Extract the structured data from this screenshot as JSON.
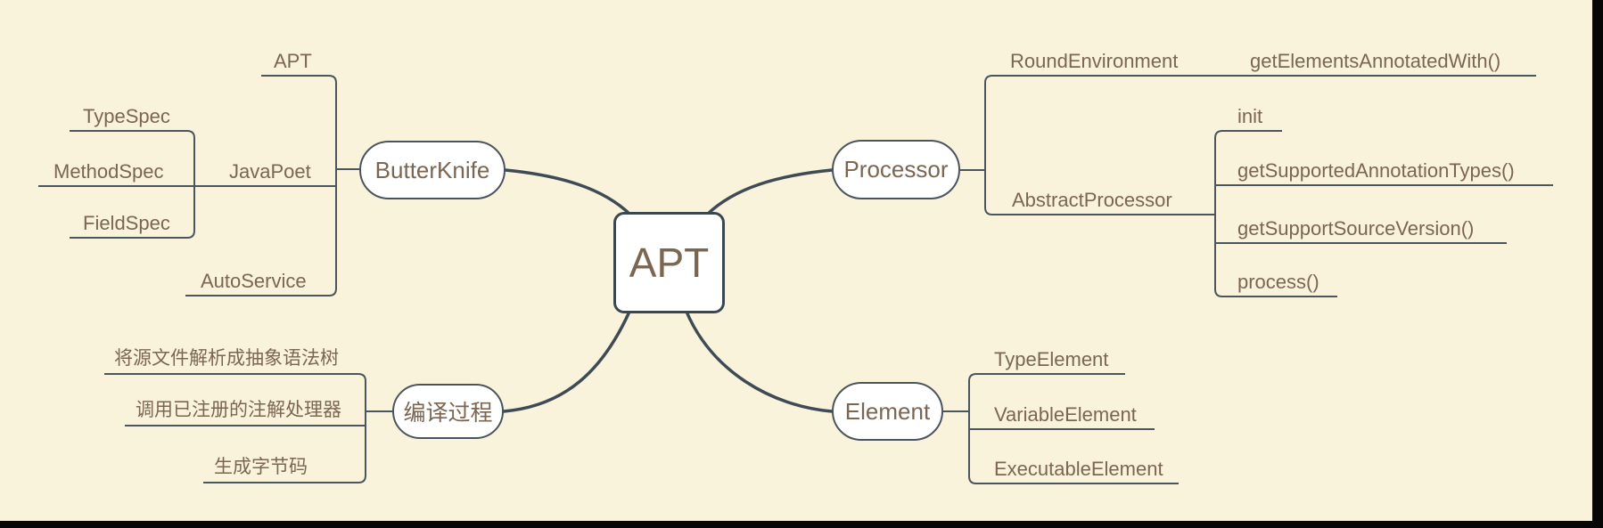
{
  "palette": {
    "bg": "#faf3dc",
    "curve": "#3e4a54",
    "line": "#4a555e",
    "text": "#7b6651",
    "node_fill": "#ffffff",
    "node_border": "#4a545f",
    "center_border": "#3a4750",
    "edge": "#070707"
  },
  "mindmap": {
    "root": {
      "label": "APT"
    },
    "branches": [
      {
        "label": "ButterKnife",
        "children": [
          {
            "label": "APT"
          },
          {
            "label": "JavaPoet",
            "children": [
              {
                "label": "TypeSpec"
              },
              {
                "label": "MethodSpec"
              },
              {
                "label": "FieldSpec"
              }
            ]
          },
          {
            "label": "AutoService"
          }
        ]
      },
      {
        "label": "Processor",
        "children": [
          {
            "label": "RoundEnvironment",
            "children": [
              {
                "label": "getElementsAnnotatedWith()"
              }
            ]
          },
          {
            "label": "AbstractProcessor",
            "children": [
              {
                "label": "init"
              },
              {
                "label": "getSupportedAnnotationTypes()"
              },
              {
                "label": "getSupportSourceVersion()"
              },
              {
                "label": "process()"
              }
            ]
          }
        ]
      },
      {
        "label": "编译过程",
        "children": [
          {
            "label": "将源文件解析成抽象语法树"
          },
          {
            "label": "调用已注册的注解处理器"
          },
          {
            "label": "生成字节码"
          }
        ]
      },
      {
        "label": "Element",
        "children": [
          {
            "label": "TypeElement"
          },
          {
            "label": "VariableElement"
          },
          {
            "label": "ExecutableElement"
          }
        ]
      }
    ]
  }
}
